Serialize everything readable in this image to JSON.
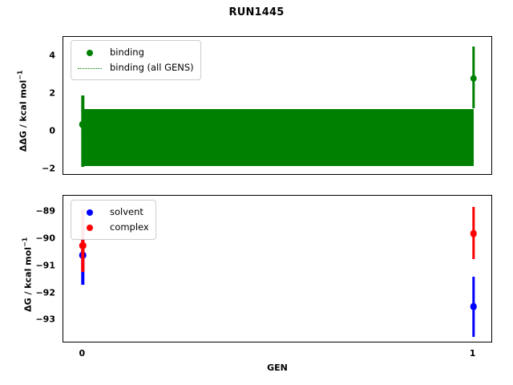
{
  "figure": {
    "title": "RUN1445",
    "xlabel": "GEN"
  },
  "colors": {
    "binding": "#008000",
    "solvent": "#0000ff",
    "complex": "#ff0000",
    "axes": "#000000",
    "background": "#ffffff",
    "legend_edge": "#cccccc"
  },
  "top_panel": {
    "ylabel_main": "ΔΔG / kcal mol",
    "ylabel_exp": "−1",
    "yticklabels": [
      "4",
      "2",
      "0",
      "−2"
    ],
    "legend": [
      {
        "label": "binding",
        "handle": "filled-circle-marker",
        "color": "#008000"
      },
      {
        "label": "binding (all GENS)",
        "handle": "dotted-line",
        "color": "#008000"
      }
    ]
  },
  "bottom_panel": {
    "ylabel_main": "ΔG / kcal mol",
    "ylabel_exp": "−1",
    "yticklabels": [
      "−89",
      "−90",
      "−91",
      "−92",
      "−93"
    ],
    "legend": [
      {
        "label": "solvent",
        "handle": "filled-circle-marker",
        "color": "#0000ff"
      },
      {
        "label": "complex",
        "handle": "filled-circle-marker",
        "color": "#ff0000"
      }
    ]
  },
  "xticklabels": [
    "0",
    "1"
  ],
  "chart_data": {
    "type": "scatter",
    "title": "RUN1445",
    "xlabel": "GEN",
    "x": [
      0,
      1
    ],
    "xticks": [
      0,
      1
    ],
    "xlim": [
      -0.05,
      1.05
    ],
    "grid": false,
    "panels": [
      {
        "name": "top",
        "ylabel": "ΔΔG / kcal mol⁻¹",
        "yticks": [
          4,
          2,
          0,
          -2
        ],
        "ylim": [
          -2.35,
          5.0
        ],
        "legend_position": "upper left",
        "series": [
          {
            "name": "binding",
            "color": "#008000",
            "marker": "o",
            "x": [
              0,
              1
            ],
            "values": [
              0.35,
              2.8
            ],
            "yerr_low": [
              -1.9,
              1.2
            ],
            "yerr_high": [
              1.9,
              4.5
            ]
          },
          {
            "name": "binding (all GENS)",
            "color": "#008000",
            "linestyle": "dotted",
            "band": true,
            "value": -0.33,
            "band_low": -1.85,
            "band_high": 1.18,
            "x_span": [
              0,
              1
            ]
          }
        ]
      },
      {
        "name": "bottom",
        "ylabel": "ΔG / kcal mol⁻¹",
        "yticks": [
          -89,
          -90,
          -91,
          -92,
          -93
        ],
        "ylim": [
          -93.85,
          -88.4
        ],
        "legend_position": "upper left",
        "series": [
          {
            "name": "solvent",
            "color": "#0000ff",
            "marker": "o",
            "x": [
              0,
              1
            ],
            "values": [
              -90.6,
              -92.5
            ],
            "yerr_low": [
              -91.7,
              -93.6
            ],
            "yerr_high": [
              -89.7,
              -91.4
            ]
          },
          {
            "name": "complex",
            "color": "#ff0000",
            "marker": "o",
            "x": [
              0,
              1
            ],
            "values": [
              -90.25,
              -89.8
            ],
            "yerr_low": [
              -91.2,
              -90.75
            ],
            "yerr_high": [
              -88.9,
              -88.8
            ]
          }
        ]
      }
    ]
  }
}
